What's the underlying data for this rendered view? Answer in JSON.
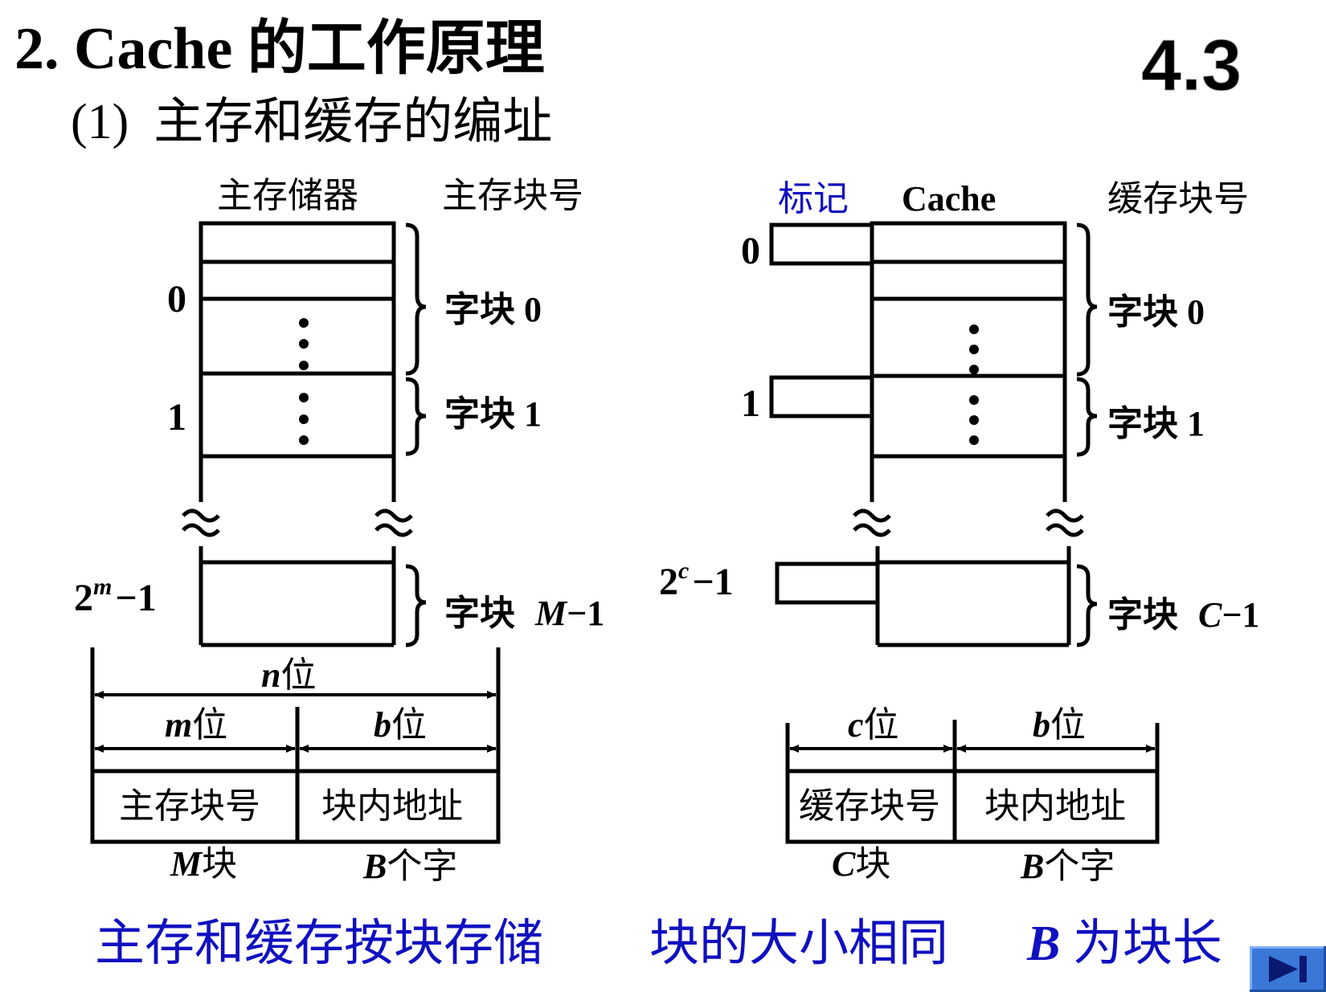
{
  "heading": {
    "title": "2. Cache 的工作原理",
    "section_number": "4.3",
    "subtitle": "(1)  主存和缓存的编址"
  },
  "main_memory": {
    "header": "主存储器",
    "block_no_header": "主存块号",
    "row_labels": {
      "block0": "0",
      "block1": "1",
      "last_base": "2",
      "last_exp": "m",
      "last_tail": "−1"
    },
    "brace_labels": [
      "字块 0",
      "字块 1"
    ],
    "last_brace": {
      "text": "字块 ",
      "italic": "M",
      "tail": "−1"
    },
    "address": {
      "total": {
        "italic": "n",
        "text": "位"
      },
      "high": {
        "italic": "m",
        "text": "位"
      },
      "low": {
        "italic": "b",
        "text": "位"
      },
      "field_high": "主存块号",
      "field_low": "块内地址",
      "count_high": {
        "italic": "M",
        "text": "块"
      },
      "count_low": {
        "italic": "B",
        "text": "个字"
      }
    }
  },
  "cache": {
    "tag_header": "标记",
    "header": "Cache",
    "block_no_header": "缓存块号",
    "row_labels": {
      "block0": "0",
      "block1": "1",
      "last_base": "2",
      "last_exp": "c",
      "last_tail": "−1"
    },
    "brace_labels": [
      "字块 0",
      "字块 1"
    ],
    "last_brace": {
      "text": "字块 ",
      "italic": "C",
      "tail": "−1"
    },
    "address": {
      "high": {
        "italic": "c",
        "text": "位"
      },
      "low": {
        "italic": "b",
        "text": "位"
      },
      "field_high": "缓存块号",
      "field_low": "块内地址",
      "count_high": {
        "italic": "C",
        "text": "块"
      },
      "count_low": {
        "italic": "B",
        "text": "个字"
      }
    }
  },
  "footer": {
    "part1": "主存和缓存按块存储",
    "part2": "块的大小相同",
    "part3_italic": "B",
    "part3_text": " 为块长"
  },
  "colors": {
    "ink": "#000000",
    "accent": "#1010c0",
    "button": "#3a78d8",
    "button_icon": "#0a1a70"
  },
  "icons": {
    "next": "skip-next-icon"
  }
}
